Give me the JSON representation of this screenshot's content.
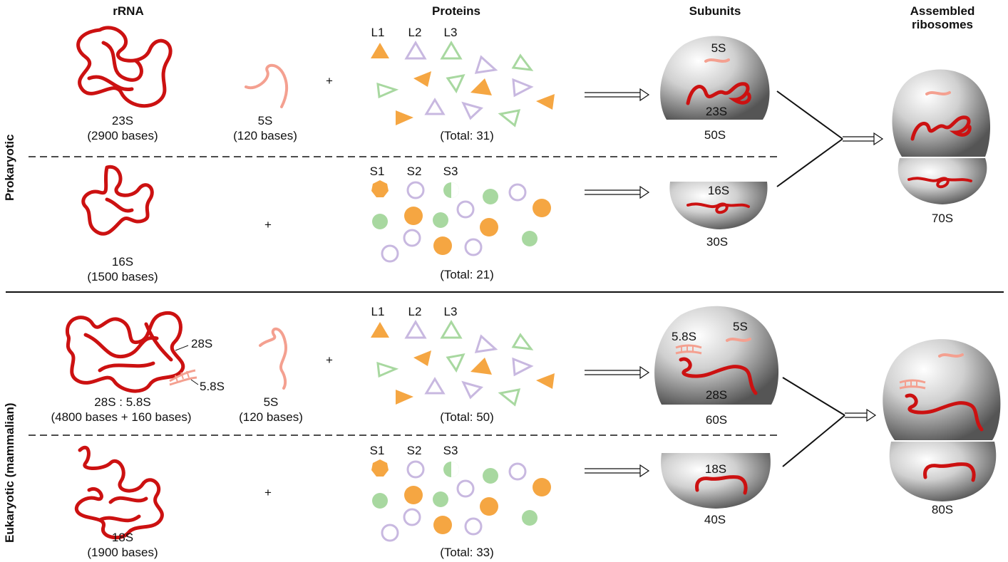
{
  "headers": {
    "rrna": "rRNA",
    "proteins": "Proteins",
    "subunits": "Subunits",
    "assembled": [
      "Assembled",
      "ribosomes"
    ]
  },
  "side_labels": {
    "prokaryotic": "Prokaryotic",
    "eukaryotic": "Eukaryotic (mammalian)"
  },
  "prokaryotic": {
    "large": {
      "rrna1": {
        "name": "23S",
        "bases": "(2900 bases)"
      },
      "rrna2": {
        "name": "5S",
        "bases": "(120 bases)"
      },
      "plus": "+",
      "protein_labels": [
        "L1",
        "L2",
        "L3"
      ],
      "total": "(Total:  31)",
      "subunit": "50S",
      "inner_labels": [
        "5S",
        "23S"
      ]
    },
    "small": {
      "rrna1": {
        "name": "16S",
        "bases": "(1500 bases)"
      },
      "plus": "+",
      "protein_labels": [
        "S1",
        "S2",
        "S3"
      ],
      "total": "(Total:  21)",
      "subunit": "30S",
      "inner_labels": [
        "16S"
      ]
    },
    "assembled": "70S"
  },
  "eukaryotic": {
    "large": {
      "rrna1": {
        "name": "28S : 5.8S",
        "bases": "(4800 bases + 160 bases)",
        "label_a": "28S",
        "label_b": "5.8S"
      },
      "rrna2": {
        "name": "5S",
        "bases": "(120 bases)"
      },
      "plus": "+",
      "protein_labels": [
        "L1",
        "L2",
        "L3"
      ],
      "total": "(Total:  50)",
      "subunit": "60S",
      "inner_labels": [
        "5.8S",
        "5S",
        "28S"
      ]
    },
    "small": {
      "rrna1": {
        "name": "18S",
        "bases": "(1900 bases)"
      },
      "plus": "+",
      "protein_labels": [
        "S1",
        "S2",
        "S3"
      ],
      "total": "(Total:  33)",
      "subunit": "40S",
      "inner_labels": [
        "18S"
      ]
    },
    "assembled": "80S"
  },
  "colors": {
    "rrna_red": "#cc1111",
    "small_rrna_pink": "#f4a090",
    "protein_orange": "#f5a642",
    "protein_purple": "#c8b8e0",
    "protein_green": "#a8d8a0",
    "subunit_gray": "#888888"
  }
}
